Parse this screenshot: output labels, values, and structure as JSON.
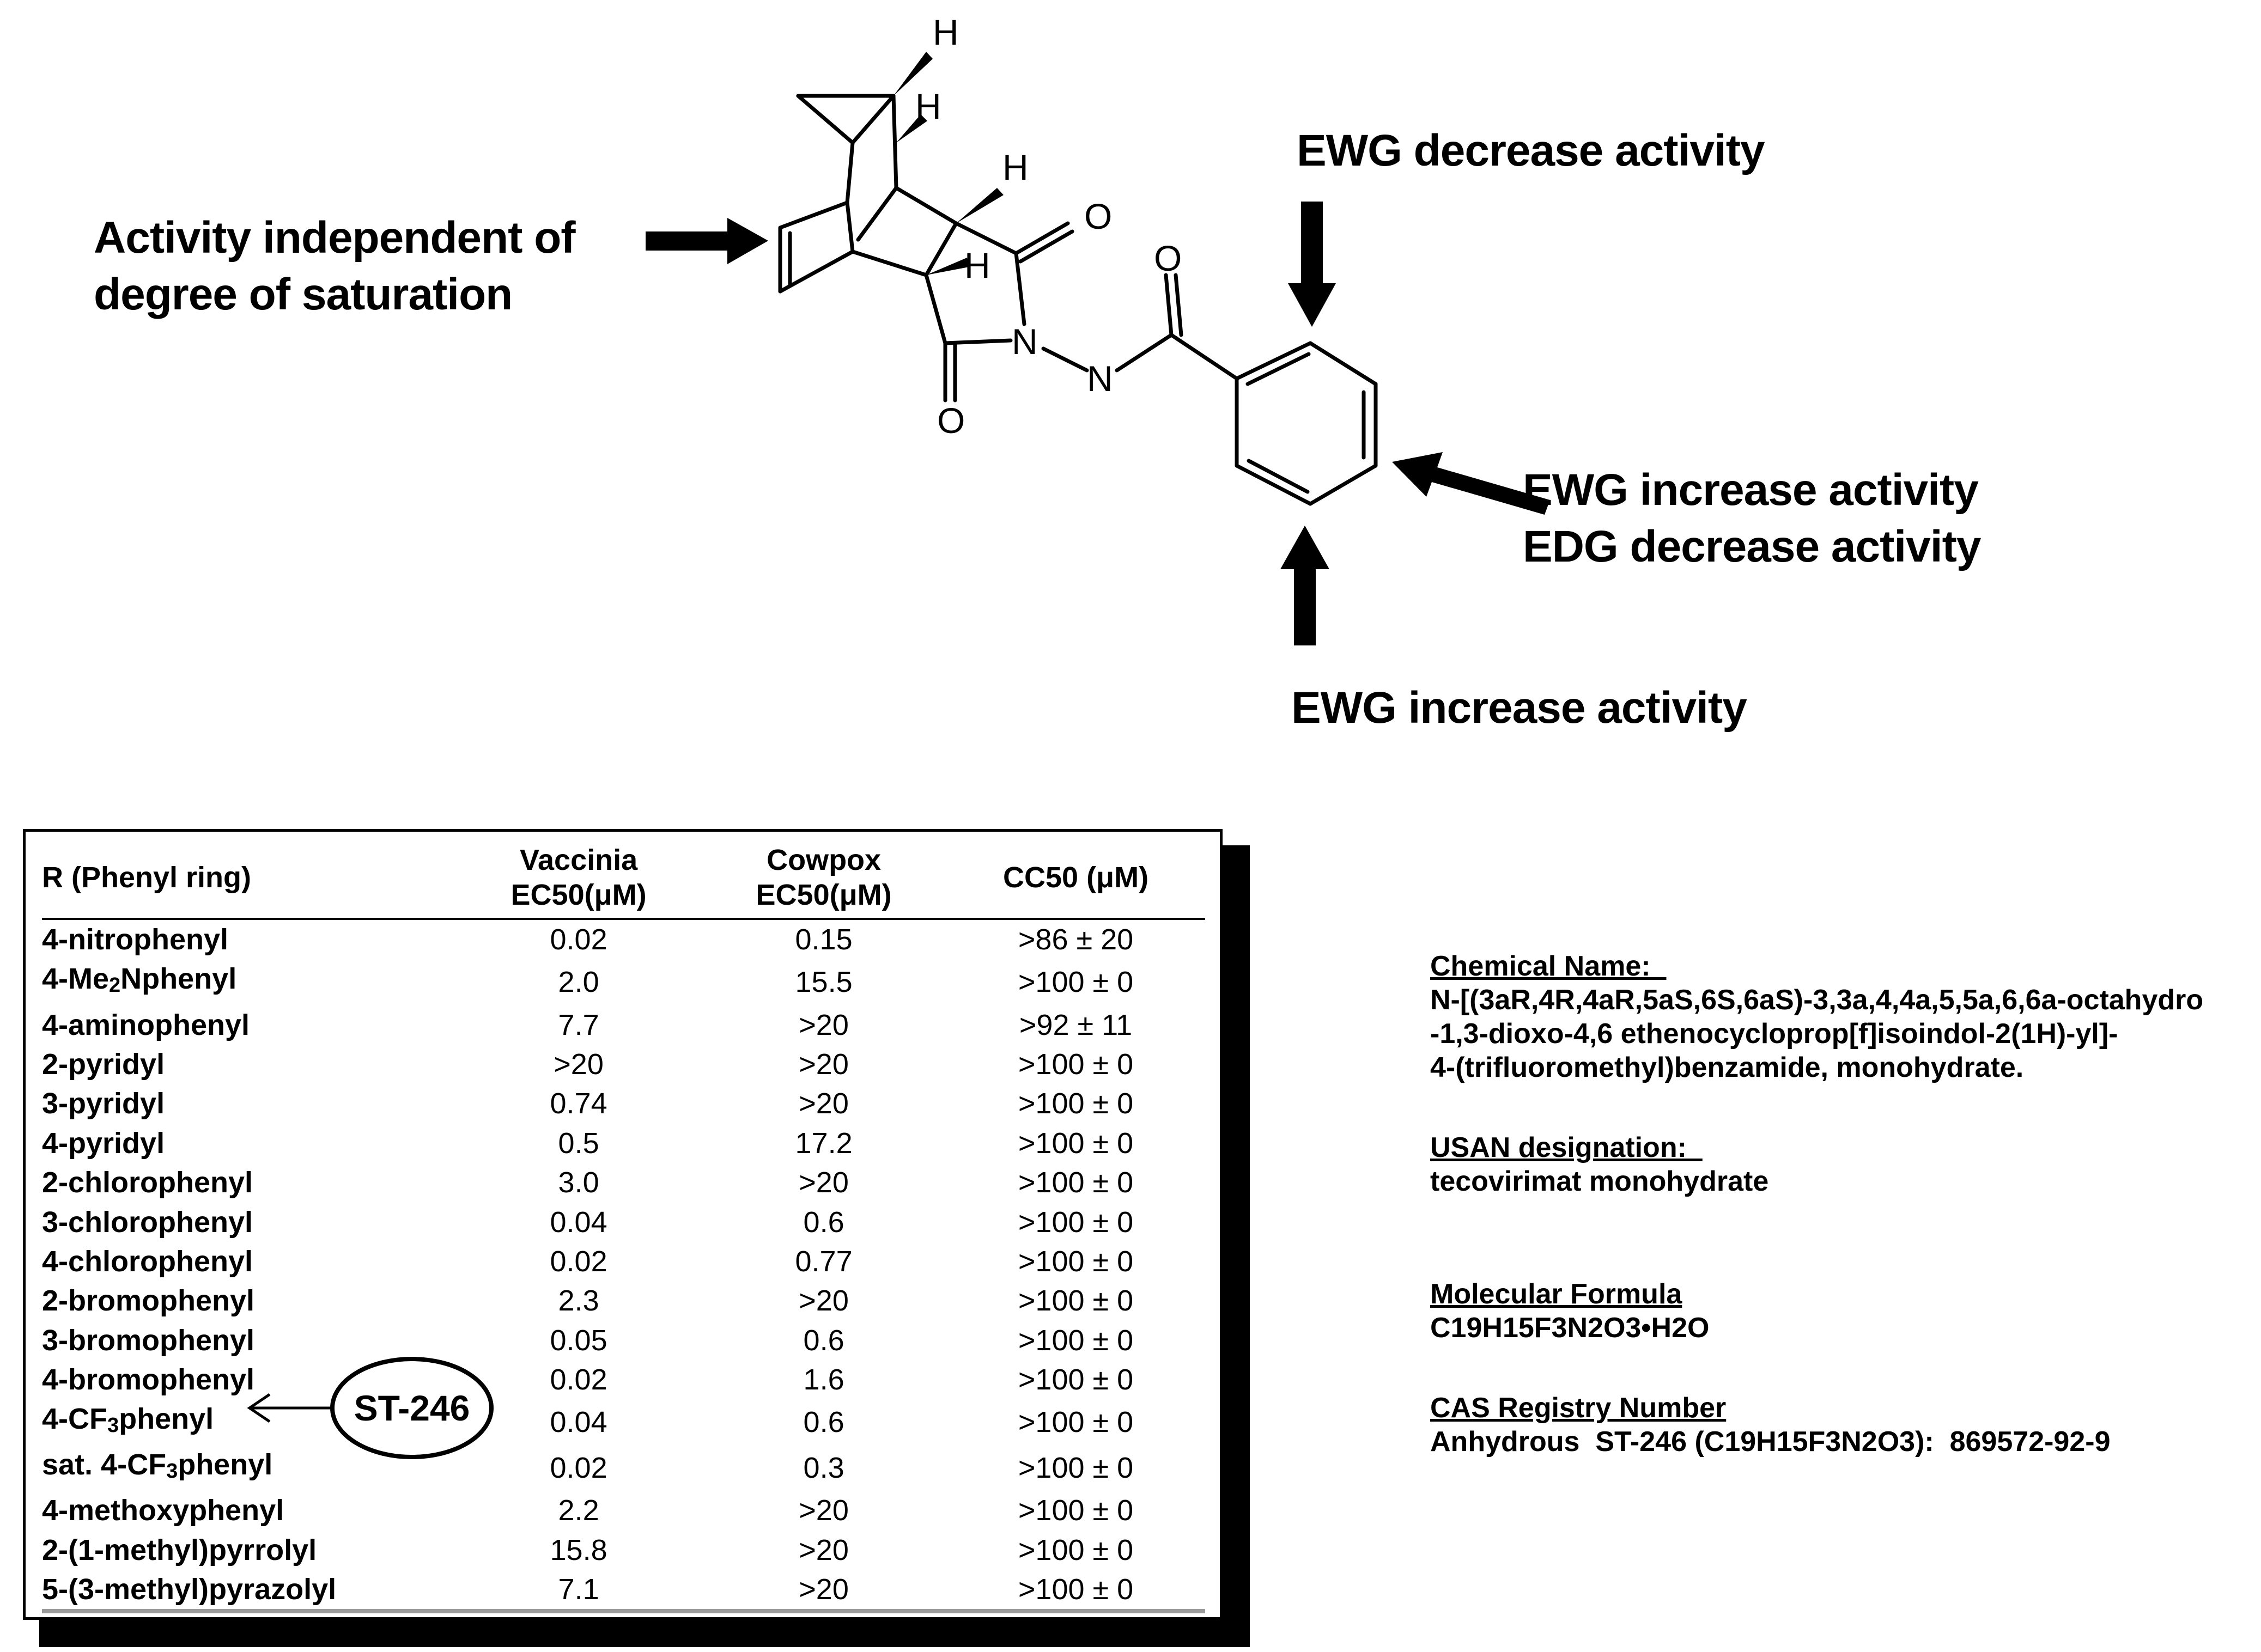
{
  "annotations": {
    "saturation": [
      "Activity independent of",
      "degree of saturation"
    ],
    "ewg_decrease": "EWG decrease activity",
    "right": [
      "EWG increase activity",
      "EDG decrease activity"
    ],
    "bottom": "EWG increase activity"
  },
  "structure_atoms": {
    "o_top": "O",
    "o_amide": "O",
    "o_bottom": "O",
    "n_imide": "N",
    "n_amine": "N",
    "h_top": "H",
    "h_cyclo": "H",
    "h_right": "H",
    "h_center": "H"
  },
  "table": {
    "headers": {
      "r": "R (Phenyl ring)",
      "vaccinia": [
        "Vaccinia",
        "EC50(μM)"
      ],
      "cowpox": [
        "Cowpox",
        "EC50(μM)"
      ],
      "cc50": "CC50 (μM)"
    },
    "rows": [
      {
        "r": "4-nitrophenyl",
        "vac": "0.02",
        "cow": "0.15",
        "cc": ">86 ± 20"
      },
      {
        "r_parts": [
          "4-Me",
          "2",
          "Nphenyl"
        ],
        "vac": "2.0",
        "cow": "15.5",
        "cc": ">100 ± 0"
      },
      {
        "r": "4-aminophenyl",
        "vac": "7.7",
        "cow": ">20",
        "cc": ">92 ± 11"
      },
      {
        "r": "2-pyridyl",
        "vac": ">20",
        "cow": ">20",
        "cc": ">100 ± 0"
      },
      {
        "r": "3-pyridyl",
        "vac": "0.74",
        "cow": ">20",
        "cc": ">100 ± 0"
      },
      {
        "r": "4-pyridyl",
        "vac": "0.5",
        "cow": "17.2",
        "cc": ">100 ± 0"
      },
      {
        "r": "2-chlorophenyl",
        "vac": "3.0",
        "cow": ">20",
        "cc": ">100 ± 0"
      },
      {
        "r": "3-chlorophenyl",
        "vac": "0.04",
        "cow": "0.6",
        "cc": ">100 ± 0"
      },
      {
        "r": "4-chlorophenyl",
        "vac": "0.02",
        "cow": "0.77",
        "cc": ">100 ± 0"
      },
      {
        "r": "2-bromophenyl",
        "vac": "2.3",
        "cow": ">20",
        "cc": ">100 ± 0"
      },
      {
        "r": "3-bromophenyl",
        "vac": "0.05",
        "cow": "0.6",
        "cc": ">100 ± 0"
      },
      {
        "r": "4-bromophenyl",
        "vac": "0.02",
        "cow": "1.6",
        "cc": ">100 ± 0"
      },
      {
        "r_parts": [
          "4-CF",
          "3",
          "phenyl"
        ],
        "vac": "0.04",
        "cow": "0.6",
        "cc": ">100 ± 0"
      },
      {
        "r_parts": [
          "sat. 4-CF",
          "3",
          "phenyl"
        ],
        "vac": "0.02",
        "cow": "0.3",
        "cc": ">100 ± 0"
      },
      {
        "r": "4-methoxyphenyl",
        "vac": "2.2",
        "cow": ">20",
        "cc": ">100 ± 0"
      },
      {
        "r": "2-(1-methyl)pyrrolyl",
        "vac": "15.8",
        "cow": ">20",
        "cc": ">100 ± 0"
      },
      {
        "r": "5-(3-methyl)pyrazolyl",
        "vac": "7.1",
        "cow": ">20",
        "cc": ">100 ± 0"
      }
    ],
    "callout": "ST-246"
  },
  "info": {
    "chemical_name_heading": "Chemical Name:  ",
    "chemical_name_lines": [
      "N-[(3aR,4R,4aR,5aS,6S,6aS)-3,3a,4,4a,5,5a,6,6a-octahydro",
      "-1,3-dioxo-4,6 ethenocycloprop[f]isoindol-2(1H)-yl]-",
      "4-(trifluoromethyl)benzamide, monohydrate."
    ],
    "usan_heading": "USAN designation:  ",
    "usan_value": "tecovirimat monohydrate",
    "formula_heading": "Molecular Formula",
    "formula_value": "C19H15F3N2O3•H2O",
    "cas_heading": "CAS Registry Number",
    "cas_value": "Anhydrous  ST-246 (C19H15F3N2O3):  869572-92-9"
  }
}
